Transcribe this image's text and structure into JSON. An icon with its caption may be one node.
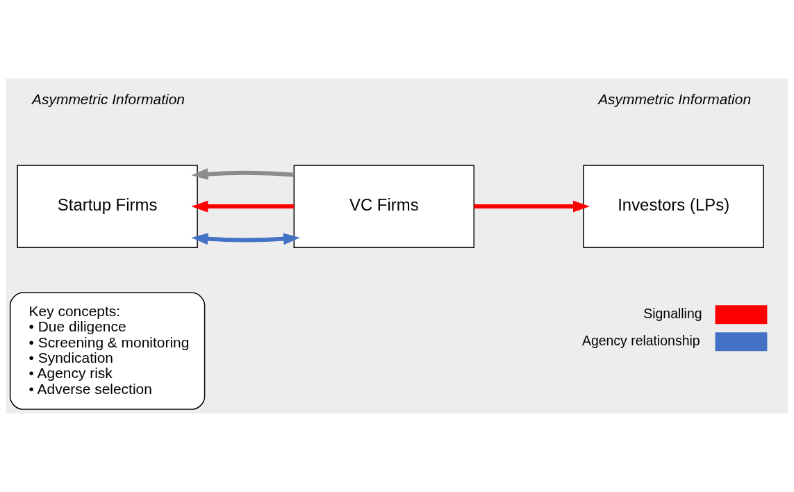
{
  "diagram": {
    "nodes": [
      {
        "text": [
          "Startup Firms"
        ]
      },
      {
        "text": [
          "VC Firms"
        ]
      },
      {
        "text": [
          "Investors (LPs)"
        ]
      },
      {
        "text": [
          "Key concepts:",
          "• Due diligence",
          "• Screening & monitoring",
          "• Syndication",
          "• Agency risk",
          "• Adverse selection"
        ]
      }
    ],
    "edges": [
      {
        "from": 0,
        "to": 1,
        "arrow": "both",
        "color": "#4472c4"
      },
      {
        "from": 1,
        "to": 0,
        "arrow": "to"
      },
      {
        "from": 1,
        "to": 2,
        "arrow": "to"
      },
      {
        "from": 1,
        "to": 0,
        "arrow": "to",
        "color": "#8c8c8c"
      }
    ],
    "labels": [
      "Asymmetric Information",
      "Asymmetric Information"
    ],
    "legend": [
      {
        "text": "Signalling",
        "color": "#ff0000"
      },
      {
        "text": "Agency relationship",
        "color": "#4472c4"
      }
    ]
  }
}
